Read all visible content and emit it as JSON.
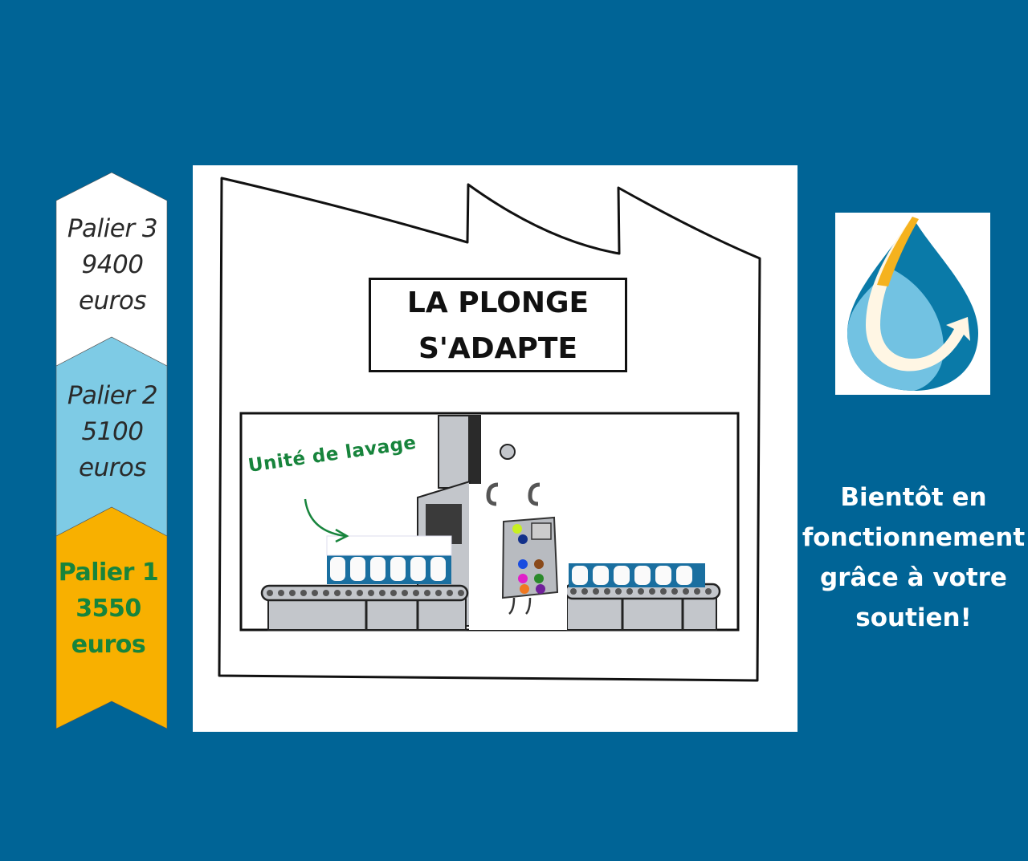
{
  "background_color": "#006496",
  "tiers": [
    {
      "name": "Palier 3",
      "amount": "9400",
      "unit": "euros",
      "fill": "#ffffff",
      "text_color": "#2a2a2a",
      "emphasis": false
    },
    {
      "name": "Palier 2",
      "amount": "5100",
      "unit": "euros",
      "fill": "#7ecbe5",
      "text_color": "#2a2a2a",
      "emphasis": false
    },
    {
      "name": "Palier 1",
      "amount": "3550",
      "unit": "euros",
      "fill": "#f8b000",
      "text_color": "#17843c",
      "emphasis": true
    }
  ],
  "illustration": {
    "sign_line1": "LA PLONGE",
    "sign_line2": "S'ADAPTE",
    "annotation": "Unité de lavage",
    "annotation_color": "#17843c",
    "control_panel_button_colors": [
      "#c8f020",
      "#12308a",
      "#1a4de0",
      "#8a4a1a",
      "#e020c8",
      "#2a8a2a",
      "#f07820",
      "#70209a"
    ]
  },
  "logo": {
    "icon": "water-drop-arrow-icon",
    "colors": {
      "dark": "#0a7aa8",
      "light": "#72c2e2",
      "accent": "#f5b21e",
      "arrow": "#fff8ec"
    }
  },
  "message": {
    "lines": [
      "Bientôt en",
      "fonctionnement",
      "grâce à votre",
      "soutien!"
    ]
  }
}
